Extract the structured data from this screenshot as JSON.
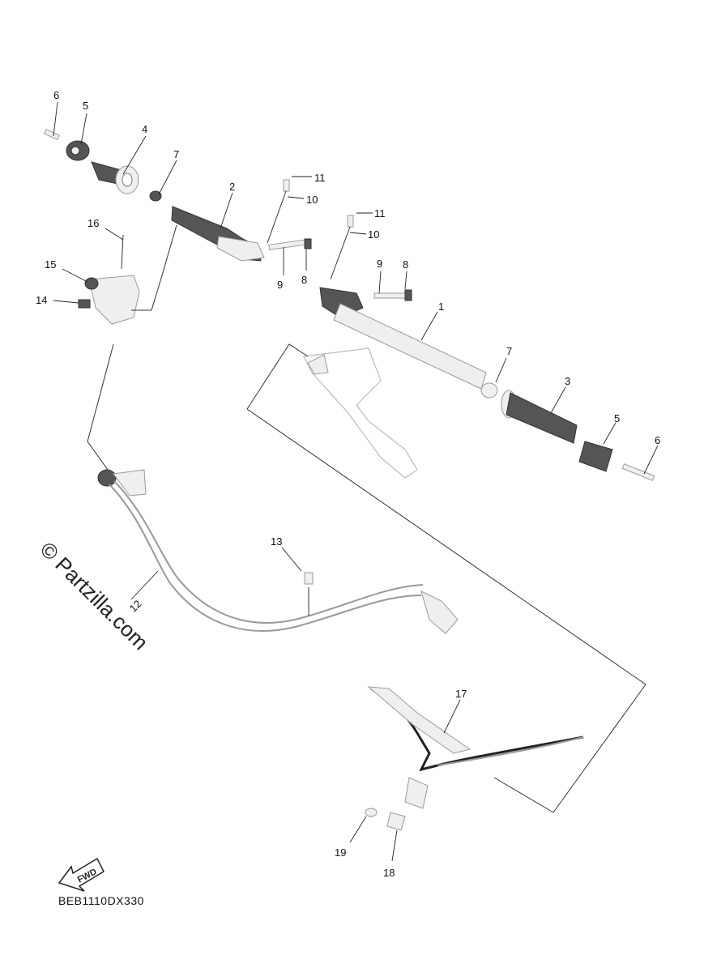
{
  "watermark": "© Partzilla.com",
  "diagram_code": "BEB1110DX330",
  "fwd_label": "FWD",
  "callouts": {
    "c6a": "6",
    "c5a": "5",
    "c4": "4",
    "c7a": "7",
    "c2": "2",
    "c11a": "11",
    "c10a": "10",
    "c11b": "11",
    "c10b": "10",
    "c16": "16",
    "c15": "15",
    "c14": "14",
    "c9a": "9",
    "c8a": "8",
    "c9b": "9",
    "c8b": "8",
    "c1": "1",
    "c7b": "7",
    "c3": "3",
    "c5b": "5",
    "c6b": "6",
    "c13": "13",
    "c12": "12",
    "c17": "17",
    "c19": "19",
    "c18": "18"
  }
}
